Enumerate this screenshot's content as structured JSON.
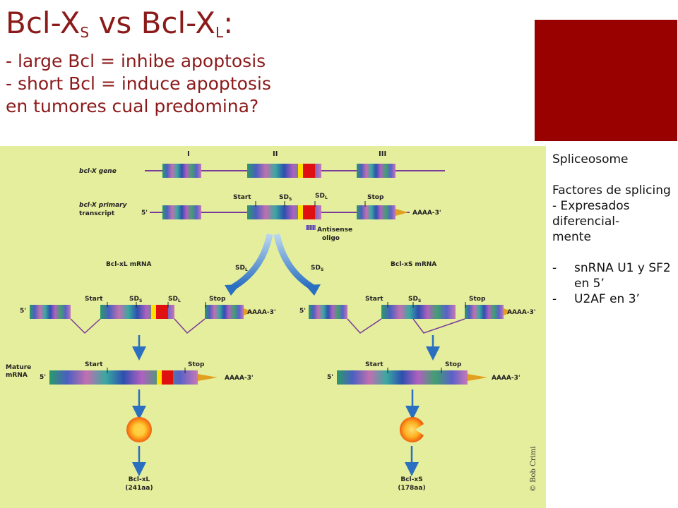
{
  "title": {
    "base_prefix": "Bcl-X",
    "sub_s": "S",
    "vs": " vs Bcl-X",
    "sub_l": "L",
    "colon": ":",
    "lines": [
      "- large Bcl = inhibe apoptosis",
      "- short Bcl = induce apoptosis",
      "en tumores cual predomina?"
    ]
  },
  "accent_color": "#990000",
  "side_notes": {
    "heading": "Spliceosome",
    "factors": "Factores de splicing",
    "expressed": "- Expresados diferencial-\nmente",
    "bullets": [
      {
        "dash": "-",
        "text": "snRNA U1 y SF2 en 5’"
      },
      {
        "dash": "-",
        "text": "U2AF en 3’"
      }
    ]
  },
  "figure": {
    "background_color": "#e4ee9c",
    "exon_labels": [
      "I",
      "II",
      "III"
    ],
    "gene_label": "bcl-X gene",
    "primary_label_1": "bcl-X primary",
    "primary_label_2": "transcript",
    "five_prime": "5'",
    "polyA": "AAAA-3'",
    "start": "Start",
    "stop": "Stop",
    "sd_s": "SD",
    "sd_s_sub": "S",
    "sd_l": "SD",
    "sd_l_sub": "L",
    "antisense_1": "Antisense",
    "antisense_2": "oligo",
    "xl_mrna": "Bcl-xL mRNA",
    "xs_mrna": "Bcl-xS mRNA",
    "mature_1": "Mature",
    "mature_2": "mRNA",
    "protein_l_1": "Bcl-xL",
    "protein_l_2": "(241aa)",
    "protein_s_1": "Bcl-xS",
    "protein_s_2": "(178aa)",
    "credit": "© Bob Crimi"
  }
}
